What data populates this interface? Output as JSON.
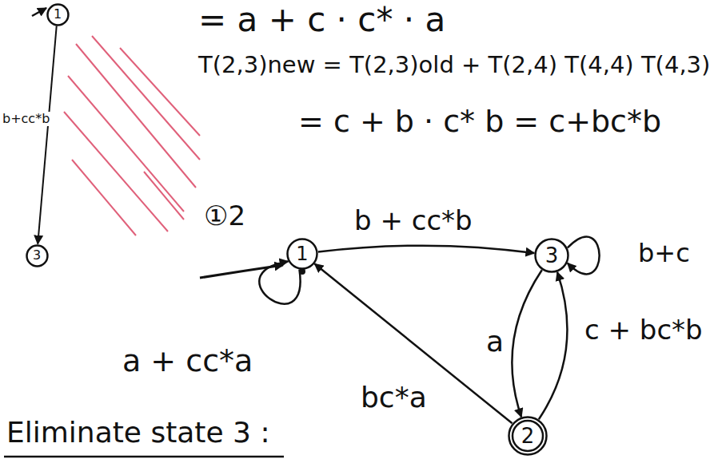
{
  "diagram": {
    "nodes": [
      {
        "text": [
          "1"
        ]
      },
      {
        "text": [
          "3"
        ]
      },
      {
        "text": [
          "1"
        ]
      },
      {
        "text": [
          "3"
        ]
      },
      {
        "text": [
          "2"
        ]
      }
    ],
    "edges": [
      {
        "from": 0,
        "to": 1,
        "label": "b+cc*b",
        "arrow": "to"
      },
      {
        "from": 2,
        "to": 3,
        "label": "b + cc*b",
        "arrow": "to"
      },
      {
        "from": 2,
        "to": 2,
        "label": "a + cc*a",
        "arrow": "to"
      },
      {
        "from": 3,
        "to": 3,
        "label": "b+c",
        "arrow": "to"
      },
      {
        "from": 3,
        "to": 4,
        "label": "a",
        "arrow": "to"
      },
      {
        "from": 4,
        "to": 3,
        "label": "c + bc*b",
        "arrow": "to"
      },
      {
        "from": 4,
        "to": 2,
        "label": "bc*a",
        "arrow": "to"
      }
    ],
    "labels": [
      "= a + c · c* · a",
      "T(2,3)new = T(2,3)old + T(2,4) T(4,4) T(4,3)",
      "= c + b · c* b = c+bc*b",
      "①2",
      "Eliminate state 3 :"
    ]
  }
}
